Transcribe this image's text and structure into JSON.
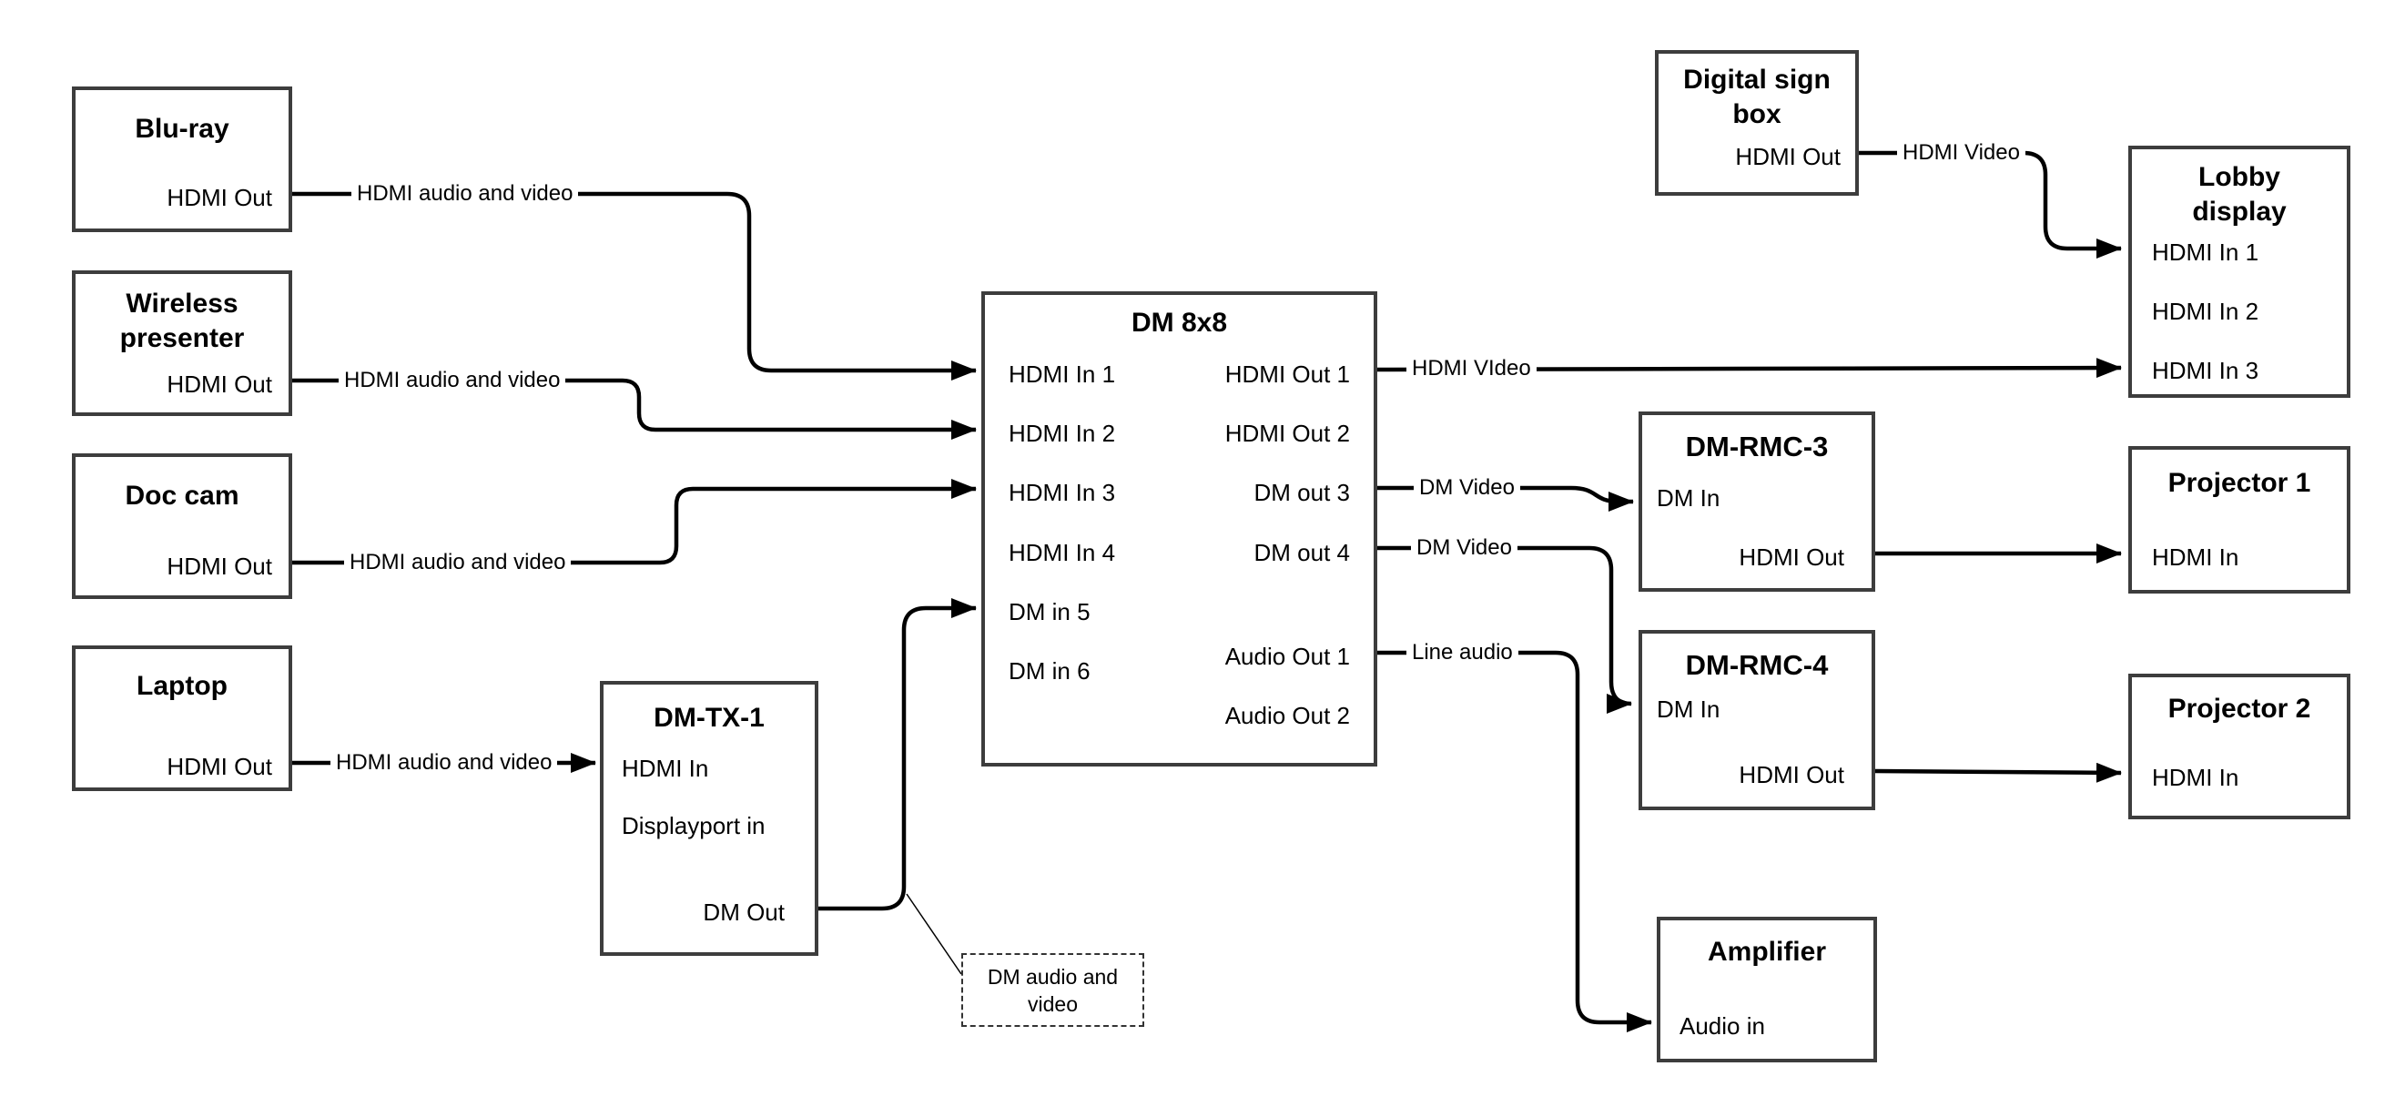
{
  "nodes": {
    "blu_ray": {
      "title": "Blu-ray",
      "ports": [
        "HDMI Out"
      ]
    },
    "wireless_presenter": {
      "title": "Wireless presenter",
      "ports": [
        "HDMI Out"
      ]
    },
    "doc_cam": {
      "title": "Doc cam",
      "ports": [
        "HDMI Out"
      ]
    },
    "laptop": {
      "title": "Laptop",
      "ports": [
        "HDMI Out"
      ]
    },
    "dm_tx_1": {
      "title": "DM-TX-1",
      "ports": [
        "HDMI In",
        "Displayport in",
        "DM Out"
      ]
    },
    "dm_8x8": {
      "title": "DM 8x8",
      "ports_left": [
        "HDMI In 1",
        "HDMI In 2",
        "HDMI In 3",
        "HDMI In 4",
        "DM in 5",
        "DM in 6"
      ],
      "ports_right": [
        "HDMI Out 1",
        "HDMI Out 2",
        "DM out 3",
        "DM out 4",
        "Audio Out 1",
        "Audio Out 2"
      ]
    },
    "digital_sign_box": {
      "title": "Digital sign box",
      "ports": [
        "HDMI Out"
      ]
    },
    "lobby_display": {
      "title": "Lobby display",
      "ports": [
        "HDMI In 1",
        "HDMI In 2",
        "HDMI In 3"
      ]
    },
    "dm_rmc_3": {
      "title": "DM-RMC-3",
      "ports": [
        "DM In",
        "HDMI Out"
      ]
    },
    "projector_1": {
      "title": "Projector 1",
      "ports": [
        "HDMI In"
      ]
    },
    "dm_rmc_4": {
      "title": "DM-RMC-4",
      "ports": [
        "DM In",
        "HDMI Out"
      ]
    },
    "projector_2": {
      "title": "Projector 2",
      "ports": [
        "HDMI In"
      ]
    },
    "amplifier": {
      "title": "Amplifier",
      "ports": [
        "Audio in"
      ]
    }
  },
  "wire_labels": {
    "blu_ray_out": "HDMI audio and video",
    "wireless_presenter_out": "HDMI audio and video",
    "doc_cam_out": "HDMI audio and video",
    "laptop_out": "HDMI audio and video",
    "hdmi_out_1": "HDMI VIdeo",
    "dm_out_3": "DM Video",
    "dm_out_4": "DM Video",
    "audio_out_1": "Line audio",
    "digital_sign_out": "HDMI Video"
  },
  "annotation": "DM audio and video",
  "colors": {
    "wire": "#000000",
    "node_border": "#3d3d3d",
    "background": "#ffffff",
    "text": "#000000"
  }
}
